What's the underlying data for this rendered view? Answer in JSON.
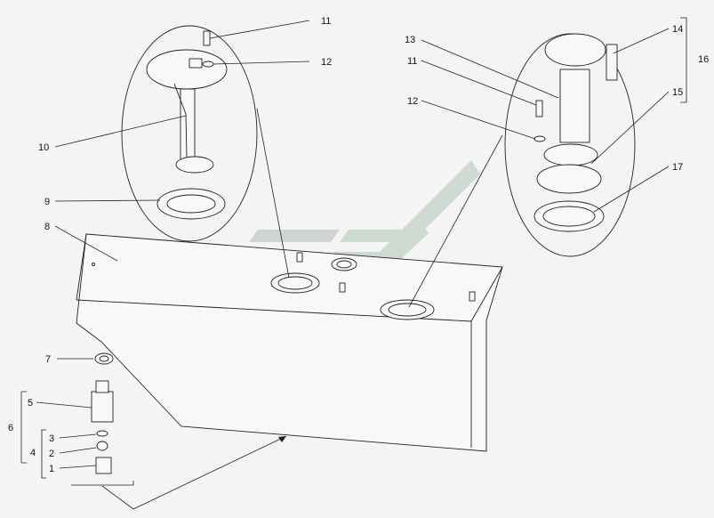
{
  "labels": {
    "l1": "1",
    "l2": "2",
    "l3": "3",
    "l4": "4",
    "l5": "5",
    "l6": "6",
    "l7": "7",
    "l8": "8",
    "l9": "9",
    "l10": "10",
    "l11a": "11",
    "l12a": "12",
    "l11b": "11",
    "l12b": "12",
    "l13": "13",
    "l14": "14",
    "l15": "15",
    "l16": "16",
    "l17": "17"
  },
  "colors": {
    "watermark_grey": "#c9cfcc",
    "watermark_green": "#c6d6cd",
    "line": "#222222",
    "background": "#f4f4f4"
  }
}
